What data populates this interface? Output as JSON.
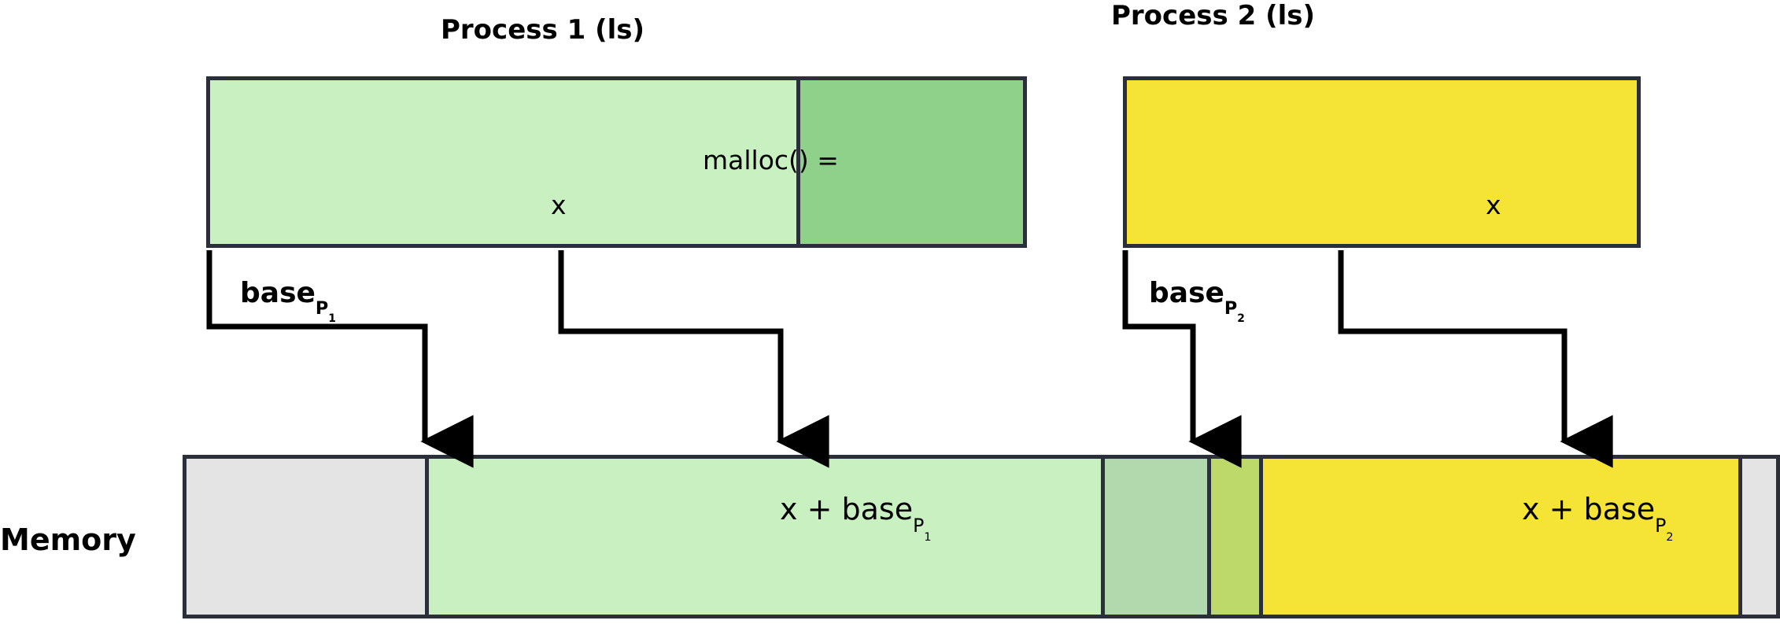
{
  "diagram": {
    "title_process1": "Process 1 (ls)",
    "title_process2": "Process 2 (ls)",
    "memory_label": "Memory",
    "colors": {
      "stroke": "#2b2f3a",
      "p1_light_green": "#c8f0c0",
      "p1_dark_green": "#8fd18a",
      "p2_yellow": "#f5e435",
      "mem_gray": "#e4e4e4",
      "mem_light_green": "#c8f0c0",
      "mem_mid_green": "#b2d9ad",
      "mem_olive_green": "#bcd96a",
      "arrow_black": "#000000"
    }
  },
  "process1": {
    "title": "Process 1 (ls)",
    "malloc_label": "malloc() =",
    "x_label": "x",
    "base_label_text": "base",
    "base_label_sub": "P",
    "base_label_sub_num": "1"
  },
  "process2": {
    "title": "Process 2 (ls)",
    "x_label": "x",
    "base_label_text": "base",
    "base_label_sub": "P",
    "base_label_sub_num": "2"
  },
  "memory": {
    "label": "Memory",
    "seg_p1_text": "x + base",
    "seg_p1_sub": "P",
    "seg_p1_sub_num": "1",
    "seg_p2_text": "x + base",
    "seg_p2_sub": "P",
    "seg_p2_sub_num": "2"
  }
}
